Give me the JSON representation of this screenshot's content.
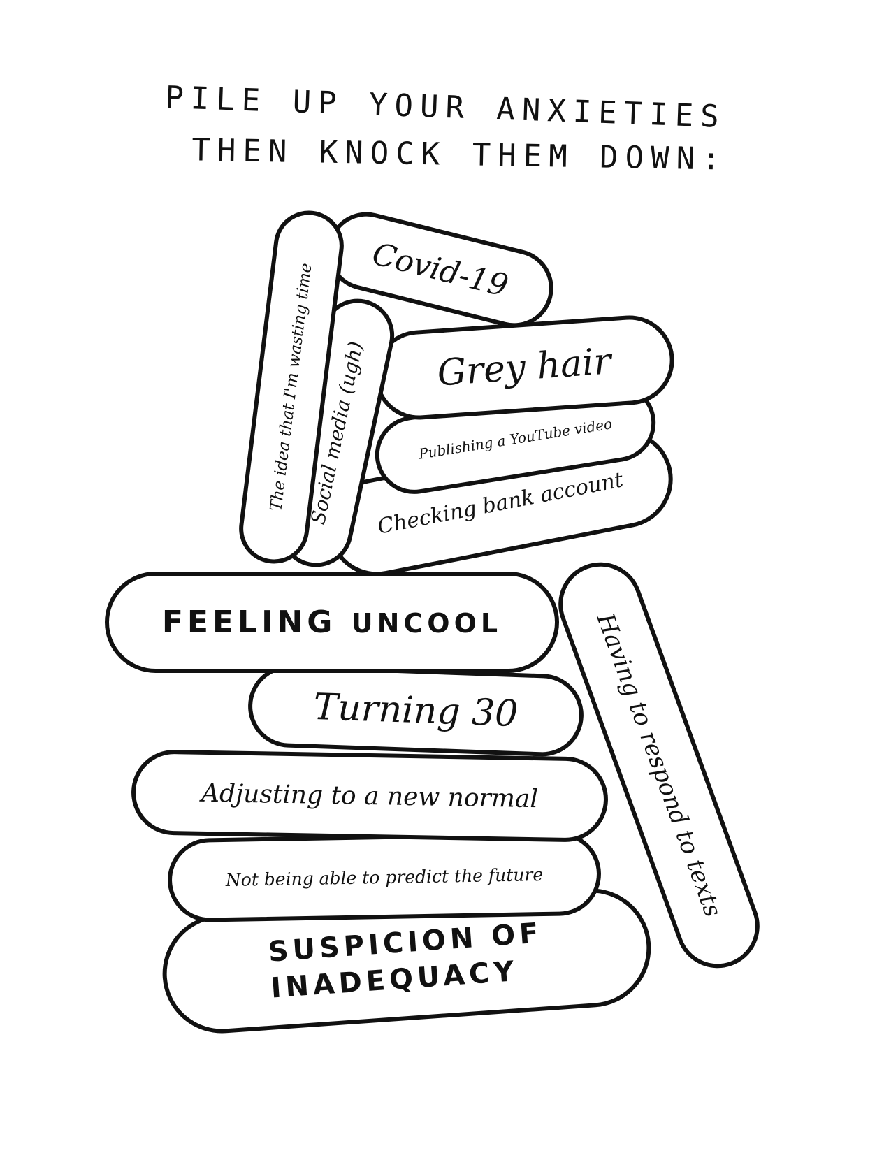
{
  "title": {
    "line1": "PILE UP YOUR ANXIETIES",
    "line2": "THEN KNOCK THEM DOWN:"
  },
  "stones": {
    "wasting_time": "The idea that I'm wasting time",
    "social_media": "Social media (ugh)",
    "covid": "Covid-19",
    "grey_hair": "Grey hair",
    "youtube": "Publishing a YouTube video",
    "bank": "Checking bank account",
    "uncool_1": "FEELING",
    "uncool_2": "UNCOOL",
    "texts": "Having to respond to texts",
    "turning_30": "Turning 30",
    "new_normal": "Adjusting to a new normal",
    "future": "Not being able to predict the future",
    "inadequacy_1": "SUSPICION OF",
    "inadequacy_2": "INADEQUACY"
  },
  "colors": {
    "ink": "#111111",
    "paper": "#ffffff"
  }
}
